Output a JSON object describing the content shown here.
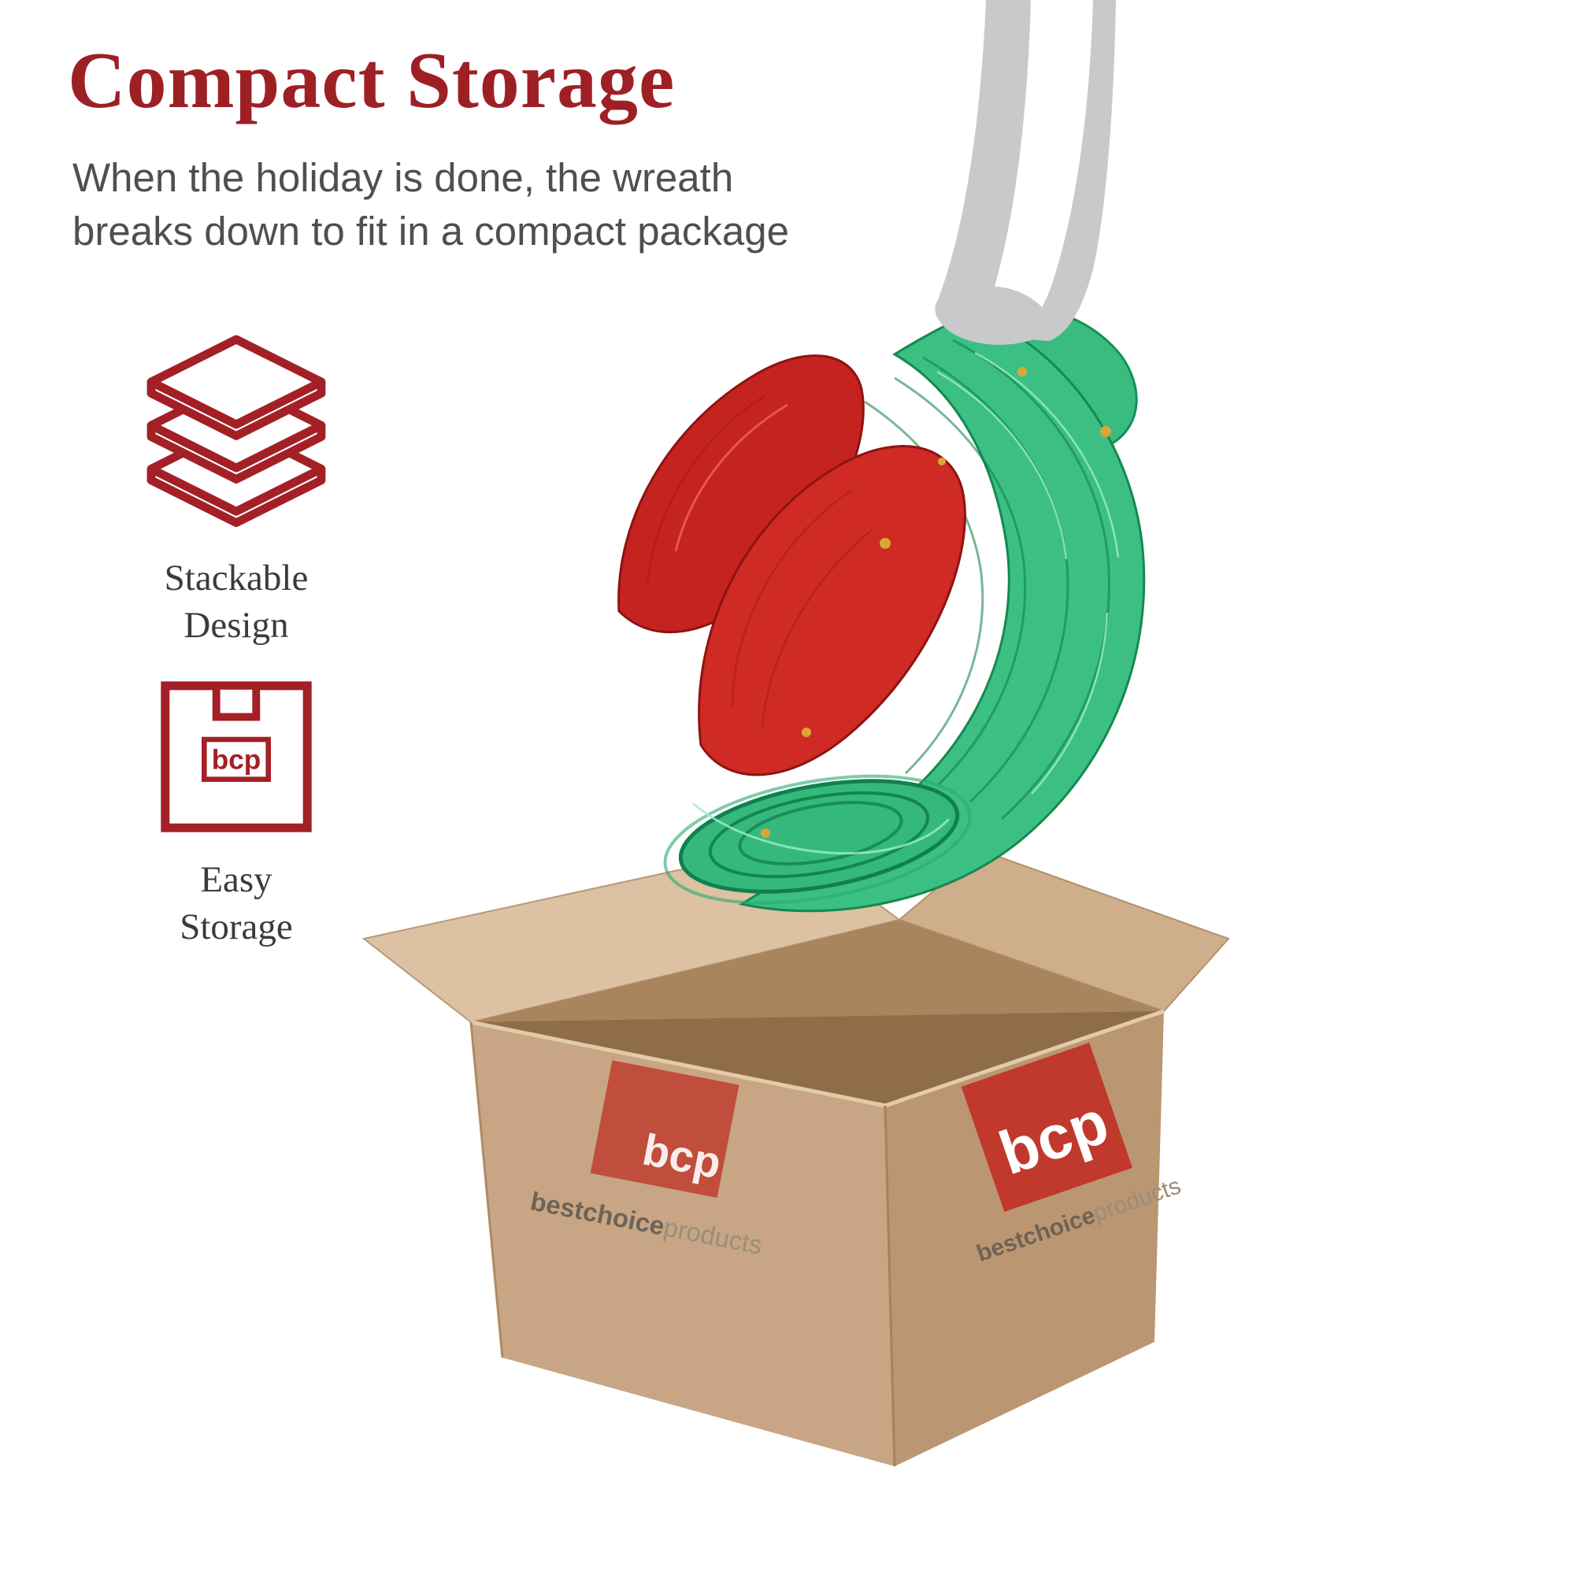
{
  "header": {
    "title": "Compact Storage",
    "subtitle": "When the holiday is done, the wreath\nbreaks down to fit in a compact package"
  },
  "features": [
    {
      "icon": "stackable-layers-icon",
      "label": "Stackable\nDesign"
    },
    {
      "icon": "storage-box-icon",
      "icon_logo": "bcp",
      "label": "Easy\nStorage"
    }
  ],
  "box": {
    "front": {
      "logo": "bcp",
      "brand_bold": "bestchoice",
      "brand_light": "products"
    },
    "side": {
      "logo": "bcp",
      "brand_bold": "bestchoice",
      "brand_light": "products"
    }
  },
  "colors": {
    "title_red": "#9d2025",
    "icon_red": "#a32026",
    "wreath_green": "#3cbf83",
    "bow_red": "#c5231f",
    "cardboard": "#c8a685",
    "logo_red": "#c0392c"
  }
}
